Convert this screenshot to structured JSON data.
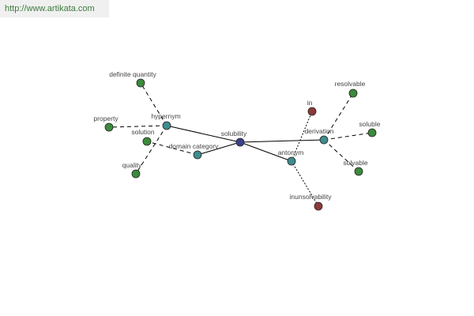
{
  "header": {
    "source_url": "http://www.artikata.com"
  },
  "colors": {
    "center": "#3a3f8f",
    "relation": "#3f8c8c",
    "green": "#3c8a3c",
    "red": "#8c3a3a"
  },
  "graph": {
    "nodes": [
      {
        "id": "solubility",
        "label": "solubility",
        "color": "center"
      },
      {
        "id": "hypernym",
        "label": "hypernym",
        "color": "relation"
      },
      {
        "id": "domain-category",
        "label": "domain category",
        "color": "relation"
      },
      {
        "id": "derivation",
        "label": "derivation",
        "color": "relation"
      },
      {
        "id": "antonym",
        "label": "antonym",
        "color": "relation"
      },
      {
        "id": "definite-quantity",
        "label": "definite quantity",
        "color": "green"
      },
      {
        "id": "property",
        "label": "property",
        "color": "green"
      },
      {
        "id": "quality",
        "label": "quality",
        "color": "green"
      },
      {
        "id": "solution",
        "label": "solution",
        "color": "green"
      },
      {
        "id": "resolvable",
        "label": "resolvable",
        "color": "green"
      },
      {
        "id": "soluble",
        "label": "soluble",
        "color": "green"
      },
      {
        "id": "solvable",
        "label": "solvable",
        "color": "green"
      },
      {
        "id": "in",
        "label": "in",
        "color": "red"
      },
      {
        "id": "inunsolvability",
        "label": "inunsolvability",
        "color": "red"
      }
    ],
    "edges": [
      {
        "from": "solubility",
        "to": "hypernym",
        "style": "solid"
      },
      {
        "from": "solubility",
        "to": "domain-category",
        "style": "solid"
      },
      {
        "from": "solubility",
        "to": "derivation",
        "style": "solid"
      },
      {
        "from": "solubility",
        "to": "antonym",
        "style": "solid"
      },
      {
        "from": "hypernym",
        "to": "definite-quantity",
        "style": "dashed"
      },
      {
        "from": "hypernym",
        "to": "property",
        "style": "dashed"
      },
      {
        "from": "hypernym",
        "to": "quality",
        "style": "dashed"
      },
      {
        "from": "domain-category",
        "to": "solution",
        "style": "dashed"
      },
      {
        "from": "derivation",
        "to": "resolvable",
        "style": "dashed"
      },
      {
        "from": "derivation",
        "to": "soluble",
        "style": "dashed"
      },
      {
        "from": "derivation",
        "to": "solvable",
        "style": "dashed"
      },
      {
        "from": "antonym",
        "to": "in",
        "style": "dotted"
      },
      {
        "from": "antonym",
        "to": "inunsolvability",
        "style": "dotted"
      }
    ]
  }
}
